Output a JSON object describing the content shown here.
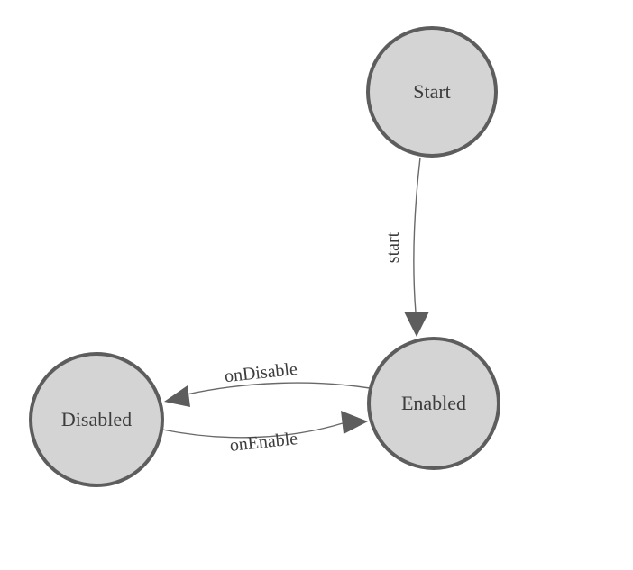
{
  "diagram": {
    "nodes": [
      {
        "id": "start",
        "label": "Start"
      },
      {
        "id": "enabled",
        "label": "Enabled"
      },
      {
        "id": "disabled",
        "label": "Disabled"
      }
    ],
    "edges": [
      {
        "from": "Start",
        "to": "Enabled",
        "label": "start"
      },
      {
        "from": "Enabled",
        "to": "Disabled",
        "label": "onDisable"
      },
      {
        "from": "Disabled",
        "to": "Enabled",
        "label": "onEnable"
      }
    ],
    "style": {
      "background": "#ffffff",
      "node_fill": "#d4d4d4",
      "node_border": "#5d5d5d",
      "edge_line": "#696969",
      "arrow_color": "#5d5d5d",
      "text_color": "#3c3c3c"
    }
  }
}
